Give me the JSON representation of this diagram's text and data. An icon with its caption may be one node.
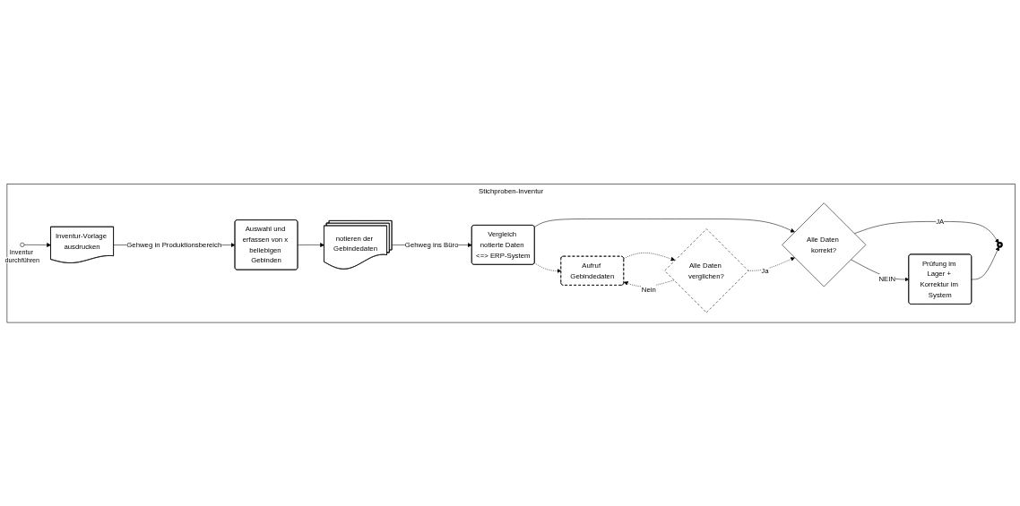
{
  "diagram": {
    "nodes": [
      {
        "text": [
          "Stichproben-Inventur"
        ]
      },
      {
        "text": [],
        "shape": "circle",
        "in": 0,
        "beside": [
          "Inventur durchführen"
        ]
      },
      {
        "text": [
          "Inventur-Vorlage ausdrucken"
        ],
        "in": 0
      },
      {
        "text": [
          "Auswahl und erfassen von x beliebigen Gebinden"
        ],
        "in": 0
      },
      {
        "text": [
          "notieren der Gebindedaten"
        ],
        "in": 0
      },
      {
        "text": [
          "Vergleich notierte Daten <=> ERP-System"
        ],
        "in": 0
      },
      {
        "text": [
          "Alle Daten korrekt?"
        ],
        "in": 0
      },
      {
        "text": [],
        "shape": "circle",
        "in": 0
      },
      {
        "text": [
          "Prüfung im Lager + Korrektur im System"
        ],
        "in": 0
      },
      {
        "text": [
          "Aufruf Gebindedaten"
        ],
        "in": 0
      },
      {
        "text": [
          "Alle Daten verglichen?"
        ],
        "in": 0
      }
    ],
    "edges": [
      {
        "from": 1,
        "to": 2,
        "arrow": "to"
      },
      {
        "from": 2,
        "to": 3,
        "arrow": "to",
        "label": "Gehweg in Produktionsbereich"
      },
      {
        "from": 3,
        "to": 4,
        "arrow": "to"
      },
      {
        "from": 4,
        "to": 5,
        "arrow": "to",
        "label": "Gehweg ins Büro"
      },
      {
        "from": 5,
        "to": 6,
        "arrow": "to"
      },
      {
        "from": 6,
        "to": 7,
        "arrow": "to",
        "label": "JA"
      },
      {
        "from": 6,
        "to": 8,
        "arrow": "to",
        "label": "NEIN"
      },
      {
        "from": 8,
        "to": 7,
        "arrow": "to"
      },
      {
        "from": 5,
        "to": 9,
        "arrow": "to",
        "style": "dashed"
      },
      {
        "from": 9,
        "to": 10,
        "arrow": "to",
        "style": "dashed"
      },
      {
        "from": 10,
        "to": 9,
        "arrow": "to",
        "style": "dashed",
        "label": "Nein"
      },
      {
        "from": 10,
        "to": 6,
        "arrow": "to",
        "style": "dashed",
        "label": "Ja"
      }
    ]
  }
}
